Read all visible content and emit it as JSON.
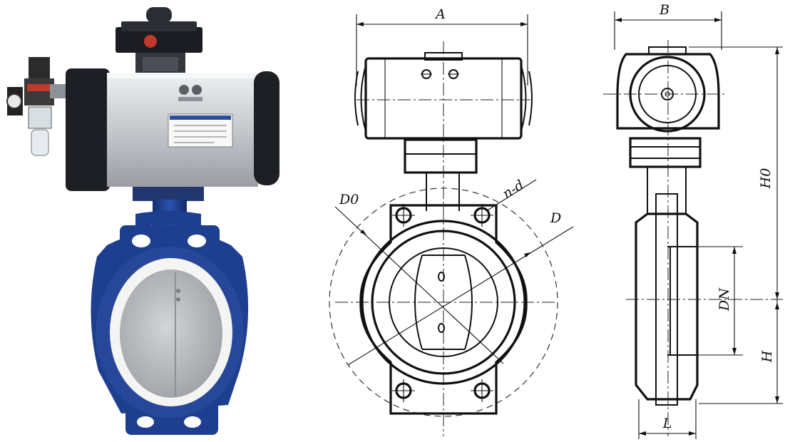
{
  "figure": {
    "photo_subject": "pneumatic-actuated-wafer-butterfly-valve",
    "actuator_badge_text": ""
  },
  "labels": {
    "front_width": "A",
    "side_width": "B",
    "bolt_circle": "D0",
    "bolt_holes": "n-d",
    "flange_outer": "D",
    "height_upper": "H0",
    "height_lower": "H",
    "nominal_diameter": "DN",
    "body_length": "L"
  },
  "colors": {
    "valve_body_blue": "#1e3f8f",
    "actuator_silver": "#c9ccd0",
    "actuator_endcap": "#1d1f24",
    "seat_white": "#f4f4f2",
    "disc_grey": "#b9bcbf",
    "line_black": "#111111"
  }
}
